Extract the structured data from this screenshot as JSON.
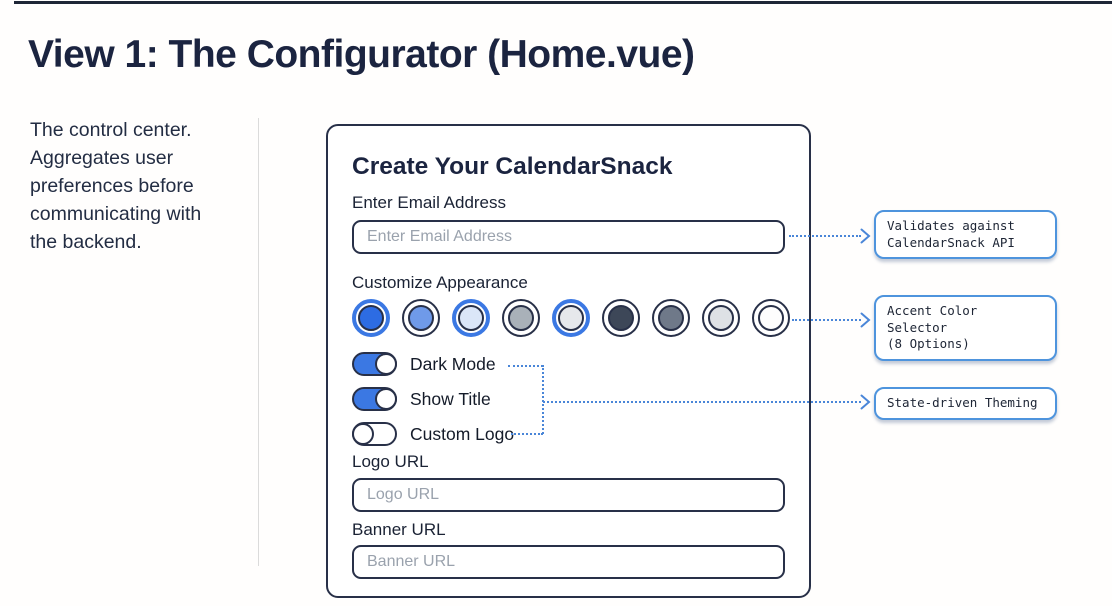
{
  "page": {
    "title": "View 1: The Configurator (Home.vue)",
    "description": "The control center.\nAggregates user\npreferences before\ncommunicating with\nthe backend."
  },
  "card": {
    "title": "Create Your CalendarSnack",
    "fields": {
      "email": {
        "label": "Enter Email Address",
        "placeholder": "Enter Email Address",
        "value": ""
      },
      "logo": {
        "label": "Logo URL",
        "placeholder": "Logo URL",
        "value": ""
      },
      "banner": {
        "label": "Banner URL",
        "placeholder": "Banner URL",
        "value": ""
      }
    },
    "appearance": {
      "label": "Customize Appearance",
      "swatches": [
        {
          "name": "blue",
          "fill": "#2d6ce3",
          "ring": "blue"
        },
        {
          "name": "cornflower",
          "fill": "#6f9ae9",
          "ring": "dark"
        },
        {
          "name": "light-blue",
          "fill": "#dbe6f8",
          "ring": "blue"
        },
        {
          "name": "gray",
          "fill": "#a9b1b9",
          "ring": "dark"
        },
        {
          "name": "light-gray",
          "fill": "#e6e8eb",
          "ring": "blue"
        },
        {
          "name": "dark-slate",
          "fill": "#3d4758",
          "ring": "dark"
        },
        {
          "name": "slate",
          "fill": "#6f7989",
          "ring": "dark"
        },
        {
          "name": "silver",
          "fill": "#dee1e5",
          "ring": "dark"
        },
        {
          "name": "white",
          "fill": "#fdfdfd",
          "ring": "dark"
        }
      ]
    },
    "toggles": [
      {
        "label": "Dark Mode",
        "on": true
      },
      {
        "label": "Show Title",
        "on": true
      },
      {
        "label": "Custom Logo",
        "on": false
      }
    ]
  },
  "callouts": [
    {
      "text": "Validates against\nCalendarSnack API"
    },
    {
      "text": "Accent Color Selector\n(8 Options)"
    },
    {
      "text": "State-driven Theming"
    }
  ],
  "colors": {
    "accent_blue": "#3b78e3",
    "navy": "#283048",
    "connector_blue": "#4a86d8",
    "callout_border": "#4e94dd",
    "title_text": "#1b2440"
  }
}
